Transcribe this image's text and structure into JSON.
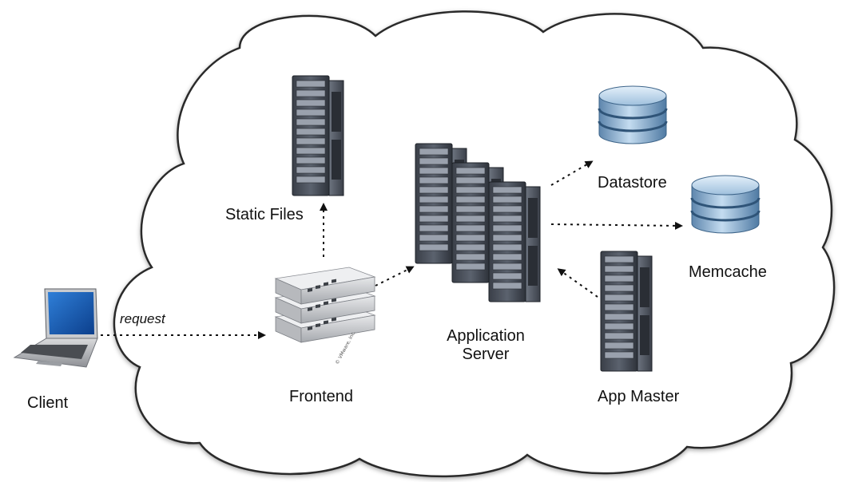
{
  "labels": {
    "client": "Client",
    "request": "request",
    "frontend": "Frontend",
    "static_files": "Static Files",
    "application_server_line1": "Application",
    "application_server_line2": "Server",
    "datastore": "Datastore",
    "memcache": "Memcache",
    "app_master": "App Master"
  },
  "device_text": "© VMware, Inc.",
  "colors": {
    "cloud_fill": "#ffffff",
    "cloud_stroke": "#2a2a2a",
    "server_dark": "#2b2f36",
    "server_mid": "#5a6170",
    "db_blue": "#8fb3d3",
    "arrow": "#111111"
  }
}
